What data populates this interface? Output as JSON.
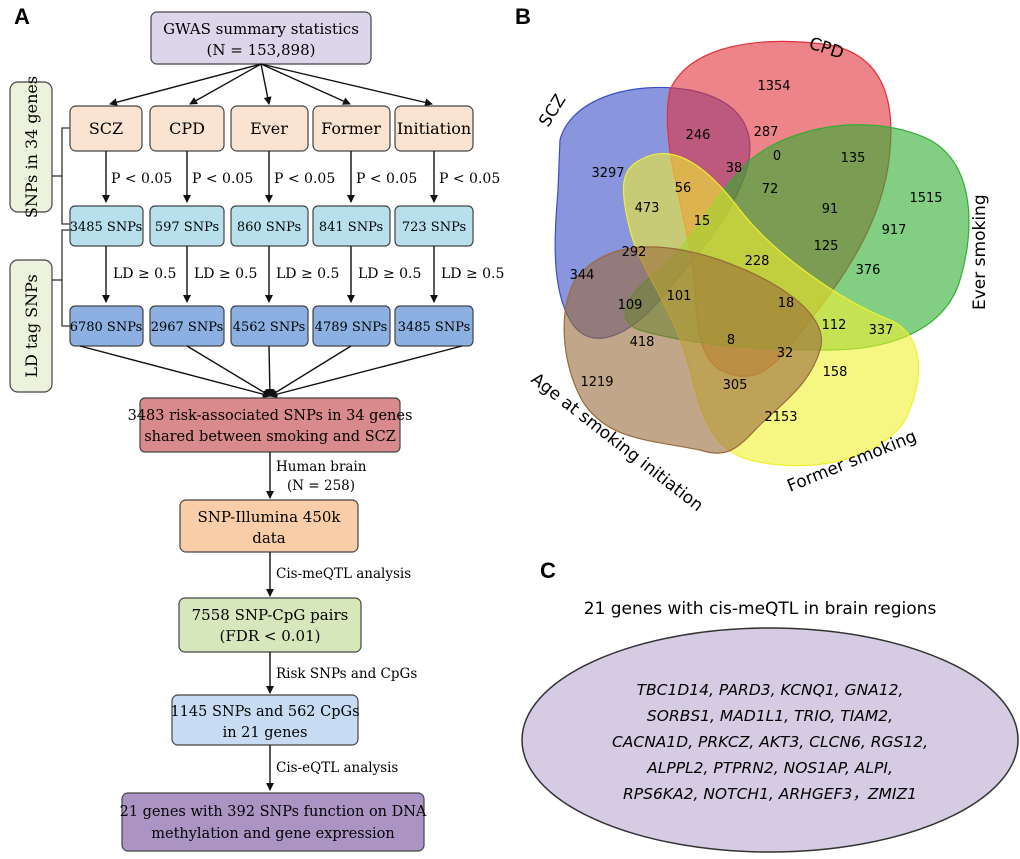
{
  "panelA": {
    "label": "A",
    "top_box": [
      "GWAS summary statistics",
      "(N = 153,898)"
    ],
    "side_snps": "SNPs in 34 genes",
    "side_ld": "LD tag SNPs",
    "traits": [
      "SCZ",
      "CPD",
      "Ever",
      "Former",
      "Initiation"
    ],
    "p_thresh": "P < 0.05",
    "snps": [
      "3485 SNPs",
      "597 SNPs",
      "860 SNPs",
      "841 SNPs",
      "723 SNPs"
    ],
    "ld_thresh": "LD ≥ 0.5",
    "ld_snps": [
      "6780 SNPs",
      "2967 SNPs",
      "4562 SNPs",
      "4789 SNPs",
      "3485 SNPs"
    ],
    "risk_box": [
      "3483 risk-associated SNPs in 34 genes",
      "shared between smoking and SCZ"
    ],
    "brain_label": [
      "Human brain",
      "(N = 258)"
    ],
    "illumina_box": [
      "SNP-Illumina 450k",
      "data"
    ],
    "meqtl_label": "Cis-meQTL analysis",
    "pairs_box": [
      "7558 SNP-CpG pairs",
      "(FDR < 0.01)"
    ],
    "risk_label": "Risk SNPs and CpGs",
    "cpg_box": [
      "1145 SNPs and 562 CpGs",
      "in 21 genes"
    ],
    "eqtl_label": "Cis-eQTL analysis",
    "final_box": [
      "21 genes with 392 SNPs function on DNA",
      "methylation and gene expression"
    ]
  },
  "panelB": {
    "label": "B",
    "set_labels": {
      "scz": "SCZ",
      "cpd": "CPD",
      "ever": "Ever smoking",
      "former": "Former smoking",
      "initiation": "Age at smoking initiation"
    },
    "set_colors": {
      "scz": "#3a4fc4",
      "cpd": "#e0323c",
      "ever": "#2fae2f",
      "former": "#f0f030",
      "initiation": "#9a6a3a"
    },
    "counts": [
      {
        "id": "n1354",
        "value": "1354"
      },
      {
        "id": "n3297",
        "value": "3297"
      },
      {
        "id": "n246",
        "value": "246"
      },
      {
        "id": "n287",
        "value": "287"
      },
      {
        "id": "n0",
        "value": "0"
      },
      {
        "id": "n135",
        "value": "135"
      },
      {
        "id": "n1515",
        "value": "1515"
      },
      {
        "id": "n38",
        "value": "38"
      },
      {
        "id": "n56",
        "value": "56"
      },
      {
        "id": "n72",
        "value": "72"
      },
      {
        "id": "n473",
        "value": "473"
      },
      {
        "id": "n91",
        "value": "91"
      },
      {
        "id": "n917",
        "value": "917"
      },
      {
        "id": "n15",
        "value": "15"
      },
      {
        "id": "n292",
        "value": "292"
      },
      {
        "id": "n228",
        "value": "228"
      },
      {
        "id": "n125",
        "value": "125"
      },
      {
        "id": "n376",
        "value": "376"
      },
      {
        "id": "n344",
        "value": "344"
      },
      {
        "id": "n101",
        "value": "101"
      },
      {
        "id": "n109",
        "value": "109"
      },
      {
        "id": "n18",
        "value": "18"
      },
      {
        "id": "n112",
        "value": "112"
      },
      {
        "id": "n337",
        "value": "337"
      },
      {
        "id": "n418",
        "value": "418"
      },
      {
        "id": "n8",
        "value": "8"
      },
      {
        "id": "n32",
        "value": "32"
      },
      {
        "id": "n158",
        "value": "158"
      },
      {
        "id": "n1219",
        "value": "1219"
      },
      {
        "id": "n305",
        "value": "305"
      },
      {
        "id": "n2153",
        "value": "2153"
      }
    ]
  },
  "panelC": {
    "label": "C",
    "title": "21 genes with cis-meQTL in brain regions",
    "lines": [
      "TBC1D14,  PARD3, KCNQ1, GNA12,",
      "SORBS1, MAD1L1, TRIO, TIAM2,",
      "CACNA1D, PRKCZ, AKT3, CLCN6, RGS12,",
      "ALPPL2, PTPRN2, NOS1AP, ALPI,",
      "RPS6KA2, NOTCH1, ARHGEF3，ZMIZ1"
    ]
  }
}
